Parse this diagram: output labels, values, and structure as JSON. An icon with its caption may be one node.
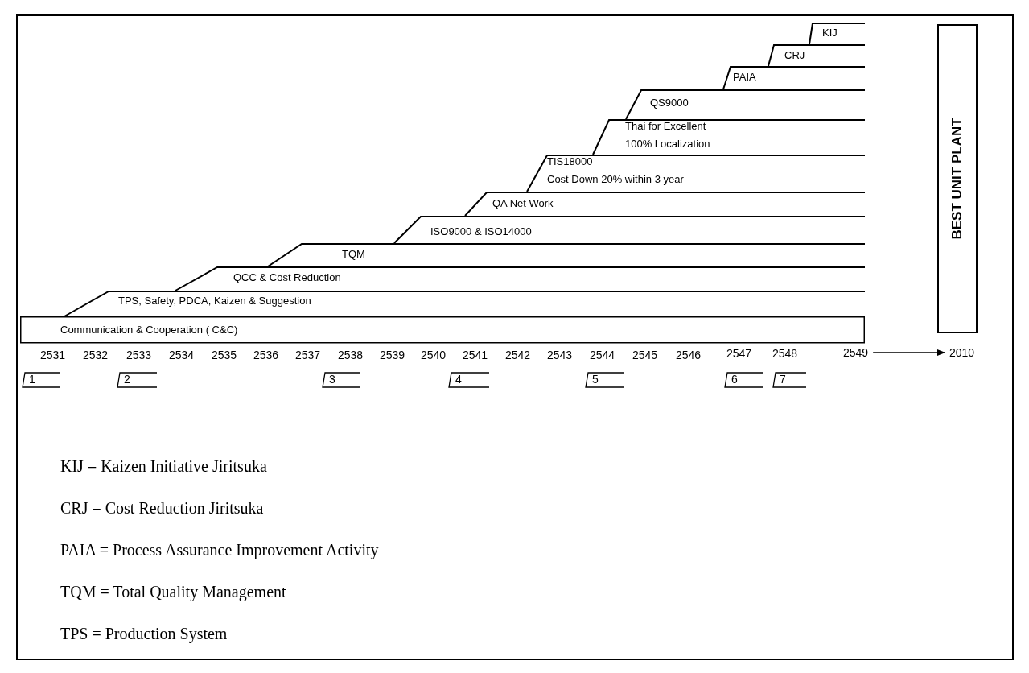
{
  "diagram": {
    "nodes": [
      {
        "text": [
          "Communication & Cooperation ( C&C)"
        ]
      },
      {
        "text": [
          "TPS, Safety, PDCA, Kaizen & Suggestion"
        ]
      },
      {
        "text": [
          "QCC & Cost Reduction"
        ]
      },
      {
        "text": [
          "TQM"
        ]
      },
      {
        "text": [
          "ISO9000 & ISO14000"
        ]
      },
      {
        "text": [
          "QA Net Work"
        ]
      },
      {
        "text": [
          "TIS18000",
          "Cost Down 20% within 3 year"
        ]
      },
      {
        "text": [
          "Thai for Excellent",
          "100% Localization"
        ]
      },
      {
        "text": [
          "QS9000"
        ]
      },
      {
        "text": [
          "PAIA"
        ]
      },
      {
        "text": [
          "CRJ"
        ]
      },
      {
        "text": [
          "KIJ"
        ]
      },
      {
        "text": [
          "BEST UNIT PLANT"
        ]
      },
      {
        "text": [
          "1"
        ]
      },
      {
        "text": [
          "2"
        ]
      },
      {
        "text": [
          "3"
        ]
      },
      {
        "text": [
          "4"
        ]
      },
      {
        "text": [
          "5"
        ]
      },
      {
        "text": [
          "6"
        ]
      },
      {
        "text": [
          "7"
        ]
      },
      {
        "text": [
          "2549"
        ]
      },
      {
        "text": [
          "2010"
        ]
      }
    ],
    "edges": [
      {
        "from": 20,
        "to": 21,
        "arrow": "to"
      }
    ],
    "labels": [
      "2531",
      "2532",
      "2533",
      "2534",
      "2535",
      "2536",
      "2537",
      "2538",
      "2539",
      "2540",
      "2541",
      "2542",
      "2543",
      "2544",
      "2545",
      "2546",
      "2547",
      "2548",
      "KIJ = Kaizen Initiative Jiritsuka",
      "CRJ = Cost Reduction Jiritsuka",
      "PAIA = Process Assurance Improvement Activity",
      "TQM = Total Quality Management",
      "TPS = Production System"
    ]
  }
}
